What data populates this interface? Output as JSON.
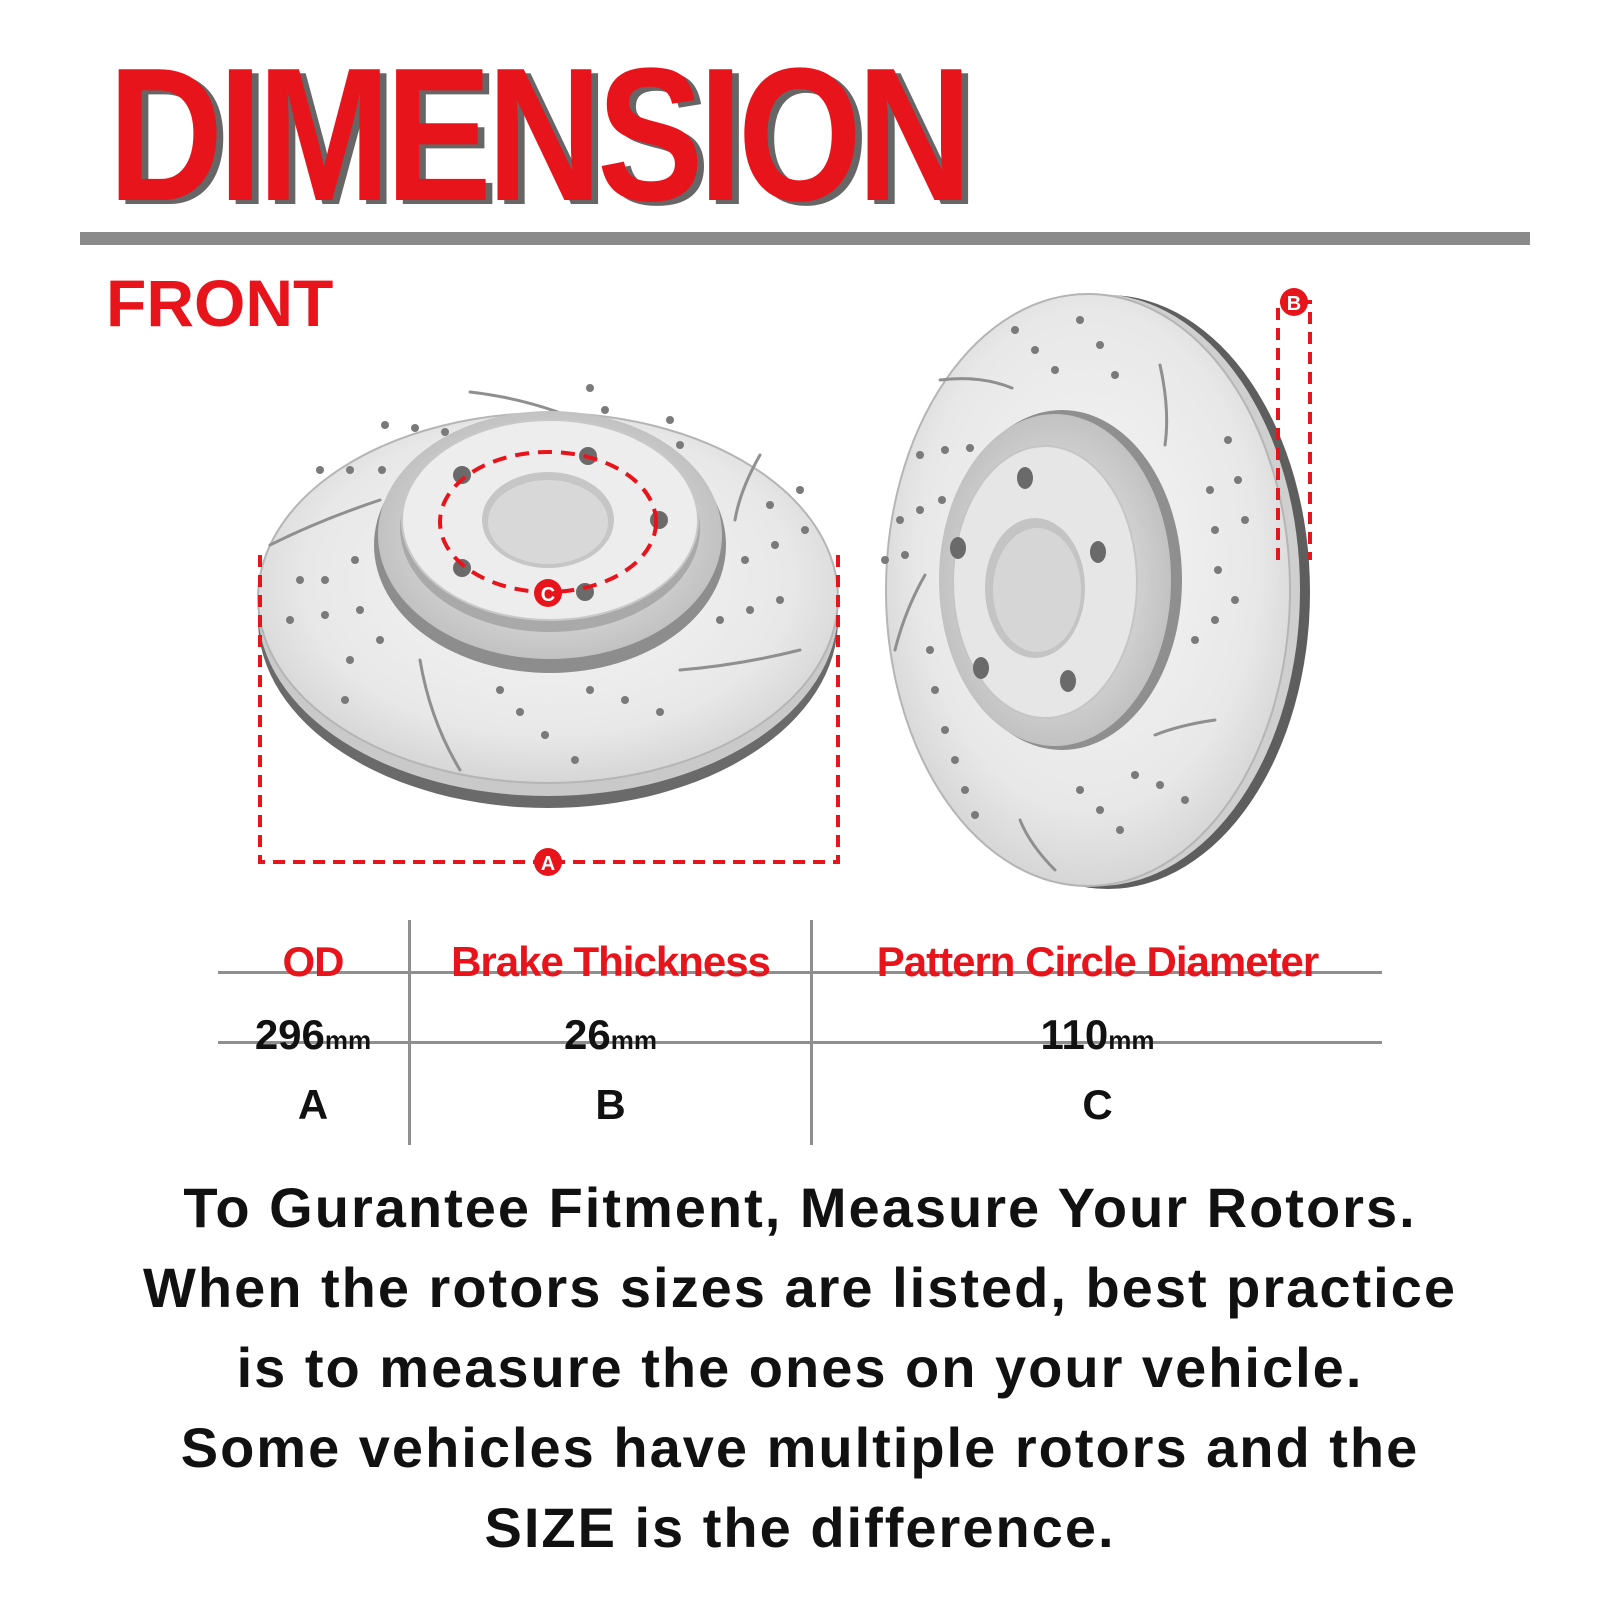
{
  "title": "DIMENSION",
  "section": "FRONT",
  "markers": {
    "a": "A",
    "b": "B",
    "c": "C"
  },
  "table": {
    "headers": [
      "OD",
      "Brake Thickness",
      "Pattern Circle Diameter"
    ],
    "values": [
      "296",
      "26",
      "110"
    ],
    "unit": "mm",
    "letters": [
      "A",
      "B",
      "C"
    ]
  },
  "note": [
    "To Gurantee Fitment, Measure Your Rotors.",
    "When the rotors sizes are listed, best practice",
    "is to measure the ones on your vehicle.",
    "Some vehicles have multiple rotors and the",
    "SIZE is the difference."
  ],
  "colors": {
    "accent": "#e8141b",
    "rule": "#8a8a8a",
    "text": "#111111"
  },
  "icons": [
    "brake-rotor-front-icon",
    "brake-rotor-side-icon"
  ]
}
